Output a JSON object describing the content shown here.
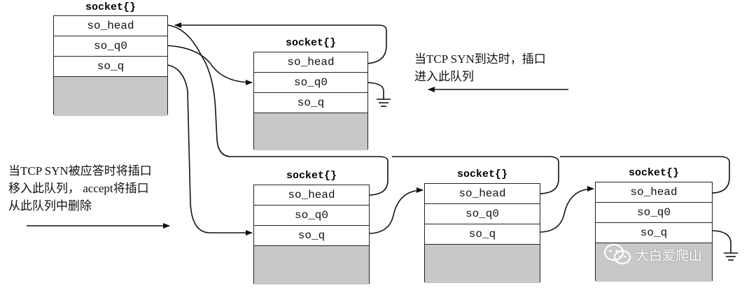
{
  "struct_label": "socket{}",
  "fields": [
    "so_head",
    "so_q0",
    "so_q"
  ],
  "captions": {
    "incoming": [
      "当TCP SYN到达时，插口",
      "进入此队列"
    ],
    "accepted": [
      "当TCP SYN被应答时将插口",
      "移入此队列， accept将插口",
      "从此队列中删除"
    ]
  },
  "watermark": "大白爱爬山",
  "colors": {
    "shade": "#c8c8c8",
    "line": "#222222"
  }
}
